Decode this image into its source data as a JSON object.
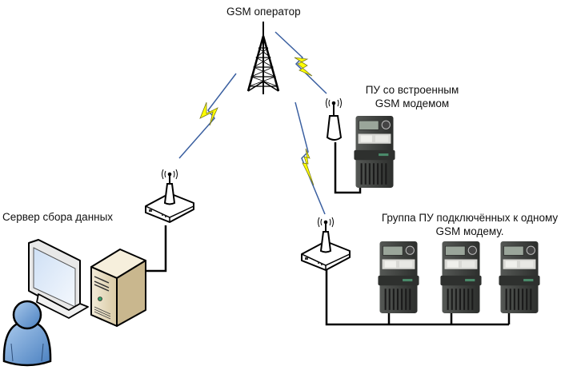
{
  "labels": {
    "gsm_operator": "GSM оператор",
    "meter_builtin_line1": "ПУ со встроенным",
    "meter_builtin_line2": "GSM модемом",
    "server": "Сервер сбора данных",
    "group_line1": "Группа ПУ подключённых к одному",
    "group_line2": "GSM модему."
  },
  "nodes": [
    {
      "id": "tower",
      "type": "gsm-tower-icon"
    },
    {
      "id": "server-modem",
      "type": "wifi-router-icon"
    },
    {
      "id": "group-modem",
      "type": "wifi-router-icon"
    },
    {
      "id": "builtin-meter",
      "type": "electricity-meter-icon"
    },
    {
      "id": "group-meter-1",
      "type": "electricity-meter-icon"
    },
    {
      "id": "group-meter-2",
      "type": "electricity-meter-icon"
    },
    {
      "id": "group-meter-3",
      "type": "electricity-meter-icon"
    },
    {
      "id": "server",
      "type": "server-tower-icon"
    },
    {
      "id": "monitor",
      "type": "monitor-icon"
    },
    {
      "id": "user",
      "type": "user-icon"
    }
  ],
  "colors": {
    "lightning_fill": "#ffff00",
    "lightning_stroke": "#3a5fa0",
    "wire": "#000000",
    "meter_body": "#3c3e3c",
    "server_body": "#e9dfc6",
    "user_fill": "#6a9ed4"
  }
}
